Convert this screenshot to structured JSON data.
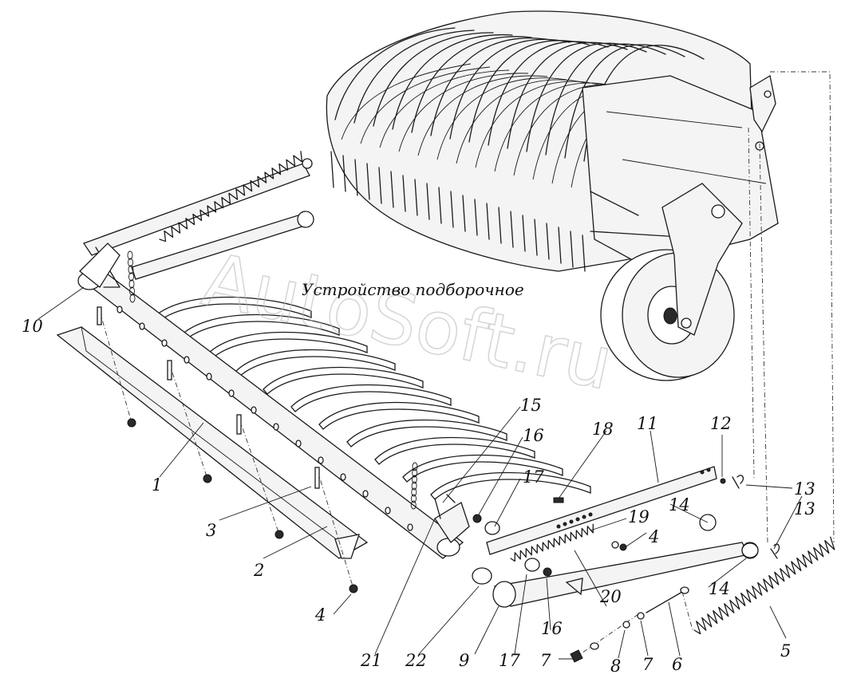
{
  "title": "Устройство подборочное",
  "watermark": "AutoSoft.ru",
  "callouts": [
    {
      "id": "c1",
      "text": "1"
    },
    {
      "id": "c2",
      "text": "2"
    },
    {
      "id": "c3",
      "text": "3"
    },
    {
      "id": "c4a",
      "text": "4"
    },
    {
      "id": "c4b",
      "text": "4"
    },
    {
      "id": "c5",
      "text": "5"
    },
    {
      "id": "c6",
      "text": "6"
    },
    {
      "id": "c7a",
      "text": "7"
    },
    {
      "id": "c7b",
      "text": "7"
    },
    {
      "id": "c8",
      "text": "8"
    },
    {
      "id": "c9",
      "text": "9"
    },
    {
      "id": "c10",
      "text": "10"
    },
    {
      "id": "c11",
      "text": "11"
    },
    {
      "id": "c12",
      "text": "12"
    },
    {
      "id": "c13a",
      "text": "13"
    },
    {
      "id": "c13b",
      "text": "13"
    },
    {
      "id": "c14a",
      "text": "14"
    },
    {
      "id": "c14b",
      "text": "14"
    },
    {
      "id": "c15",
      "text": "15"
    },
    {
      "id": "c16a",
      "text": "16"
    },
    {
      "id": "c16b",
      "text": "16"
    },
    {
      "id": "c17a",
      "text": "17"
    },
    {
      "id": "c17b",
      "text": "17"
    },
    {
      "id": "c18",
      "text": "18"
    },
    {
      "id": "c19",
      "text": "19"
    },
    {
      "id": "c20",
      "text": "20"
    },
    {
      "id": "c21",
      "text": "21"
    },
    {
      "id": "c22",
      "text": "22"
    }
  ]
}
